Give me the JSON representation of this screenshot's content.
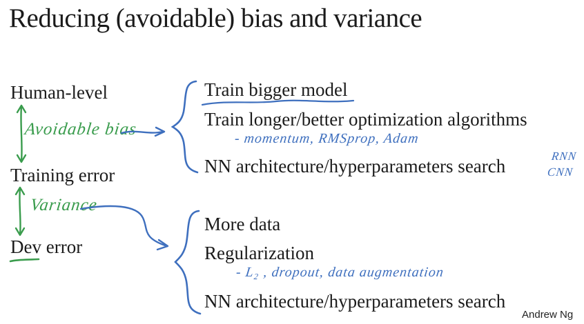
{
  "title": "Reducing (avoidable) bias and variance",
  "colors": {
    "ink": "#1b1b1b",
    "green": "#3a9c4d",
    "blue": "#3e6fbe"
  },
  "error_ladder": {
    "human_level": "Human-level",
    "training_error": "Training error",
    "dev_error": "Dev error",
    "avoidable_bias_note": "Avoidable bias",
    "variance_note": "Variance"
  },
  "bias_remedies": {
    "items": [
      "Train bigger model",
      "Train longer/better optimization algorithms",
      "NN architecture/hyperparameters search"
    ],
    "optimizers_note": "- momentum, RMSprop, Adam",
    "architecture_notes": [
      "RNN",
      "CNN"
    ]
  },
  "variance_remedies": {
    "items": [
      "More data",
      "Regularization",
      "NN architecture/hyperparameters search"
    ],
    "regularization_note": "- L₂ , dropout, data augmentation"
  },
  "credit": "Andrew Ng"
}
